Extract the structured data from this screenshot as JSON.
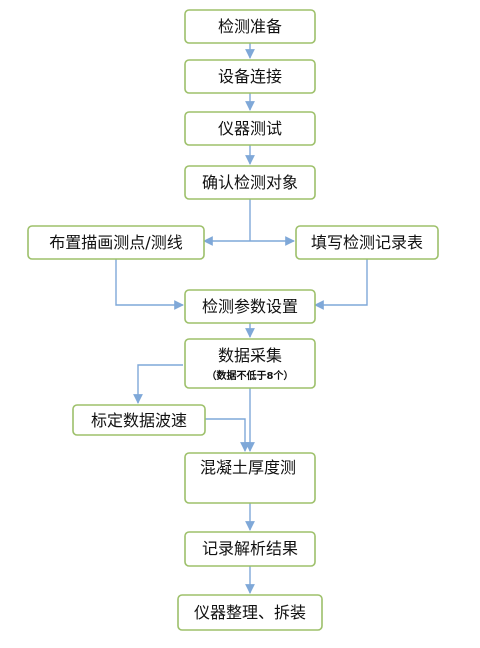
{
  "nodes": {
    "prep": "检测准备",
    "connect": "设备连接",
    "test": "仪器测试",
    "target": "确认检测对象",
    "layout": "布置描画测点/测线",
    "record_form": "填写检测记录表",
    "params": "检测参数设置",
    "collect": "数据采集",
    "collect_note": "（数据不低于8个）",
    "calibrate": "标定数据波速",
    "thickness": "混凝土厚度测",
    "analyze": "记录解析结果",
    "teardown": "仪器整理、拆装"
  },
  "colors": {
    "box_border": "#9dc06a",
    "connector": "#7fa8d8"
  }
}
